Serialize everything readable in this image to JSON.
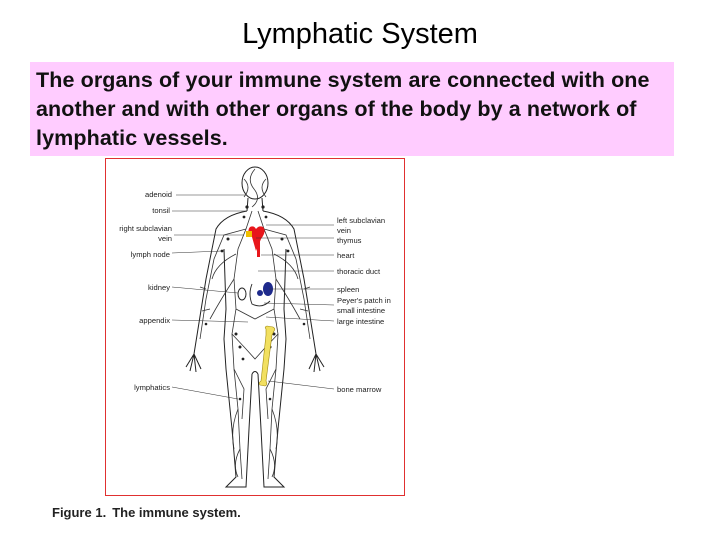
{
  "slide": {
    "title": "Lymphatic System",
    "intro": "The organs of your immune system are connected with one another and with other organs of the body by a network of lymphatic vessels."
  },
  "figure": {
    "labels_left": [
      {
        "key": "adenoid",
        "text": "adenoid"
      },
      {
        "key": "tonsil",
        "text": "tonsil"
      },
      {
        "key": "right-subclavian-1",
        "text": "right subclavian"
      },
      {
        "key": "right-subclavian-2",
        "text": "vein"
      },
      {
        "key": "lymph-node",
        "text": "lymph node"
      },
      {
        "key": "kidney",
        "text": "kidney"
      },
      {
        "key": "appendix",
        "text": "appendix"
      },
      {
        "key": "lymphatics",
        "text": "lymphatics"
      }
    ],
    "labels_right": [
      {
        "key": "left-subclavian-1",
        "text": "left subclavian"
      },
      {
        "key": "left-subclavian-2",
        "text": "vein"
      },
      {
        "key": "thymus",
        "text": "thymus"
      },
      {
        "key": "heart",
        "text": "heart"
      },
      {
        "key": "thoracic-duct",
        "text": "thoracic duct"
      },
      {
        "key": "spleen",
        "text": "spleen"
      },
      {
        "key": "peyers-patch-1",
        "text": "Peyer's patch in"
      },
      {
        "key": "peyers-patch-2",
        "text": "small intestine"
      },
      {
        "key": "large-intestine",
        "text": "large intestine"
      },
      {
        "key": "bone-marrow",
        "text": "bone marrow"
      }
    ],
    "caption_number": "Figure 1.",
    "caption_text": "The immune system."
  },
  "colors": {
    "intro_background": "#ffccff",
    "frame_border": "#e03030",
    "heart": "#e8161b",
    "spleen": "#1e2a8c",
    "bone_marrow": "#f2e060"
  }
}
